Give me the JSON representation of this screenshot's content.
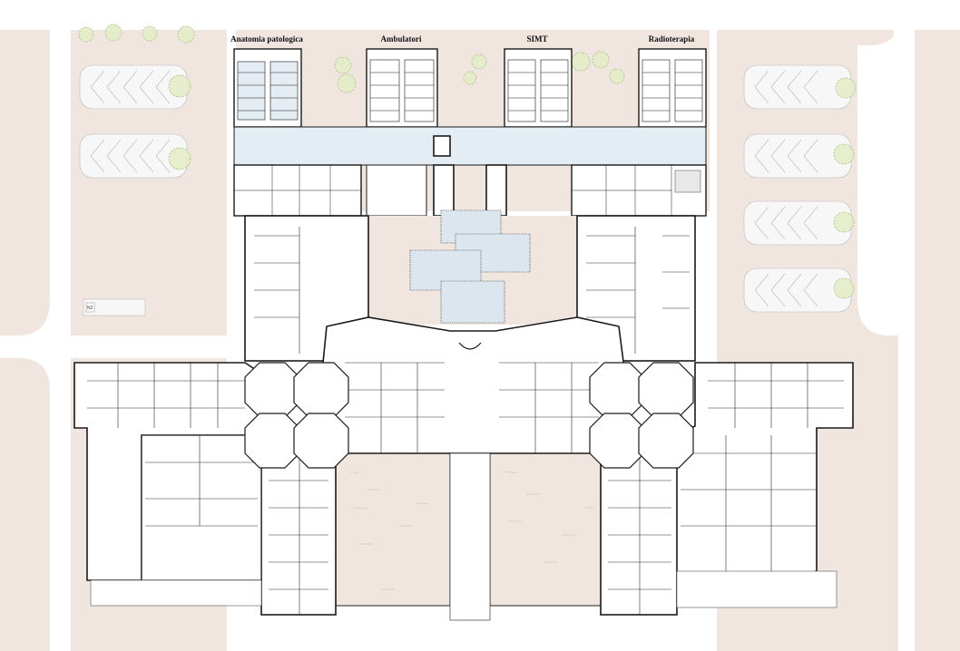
{
  "departments": [
    {
      "label": "Anatomia patologica"
    },
    {
      "label": "Ambulatori"
    },
    {
      "label": "SIMT"
    },
    {
      "label": "Radioterapia"
    }
  ],
  "annotations": {
    "parking_tag": "N2"
  },
  "colors": {
    "ground": "#f1e6df",
    "paper": "#ffffff",
    "wall": "#1a1a1a",
    "corridor": "#e4edf4",
    "glass": "#c9d7e4",
    "tree_fill": "#e3ecc8",
    "tree_stroke": "#9bb97a",
    "parking_box": "#f7f7f7"
  }
}
